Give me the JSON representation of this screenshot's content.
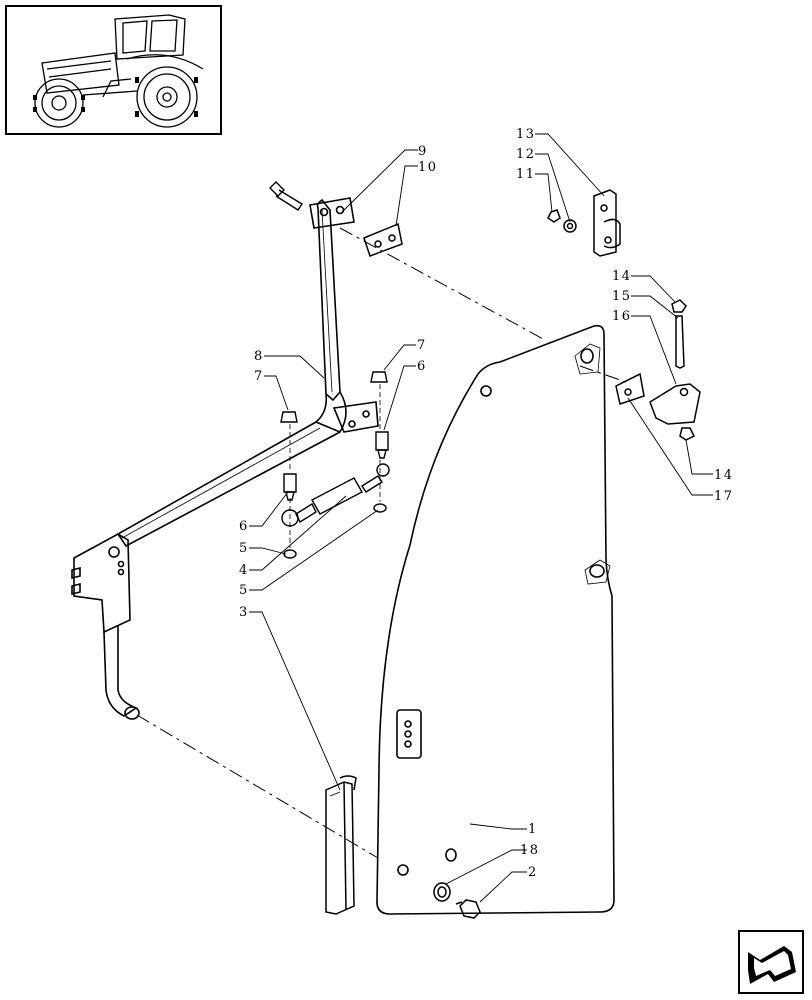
{
  "callouts": {
    "c1": "1",
    "c2": "2",
    "c3": "3",
    "c4": "4",
    "c5a": "5",
    "c5b": "5",
    "c6a": "6",
    "c6b": "6",
    "c7a": "7",
    "c7b": "7",
    "c8": "8",
    "c9": "9",
    "c10": "10",
    "c11": "11",
    "c12": "12",
    "c13": "13",
    "c14a": "14",
    "c14b": "14",
    "c15": "15",
    "c16": "16",
    "c17": "17",
    "c18": "18"
  },
  "icons": {
    "thumbnail": "tractor-thumbnail-icon",
    "navigation": "next-page-arrow-icon"
  }
}
